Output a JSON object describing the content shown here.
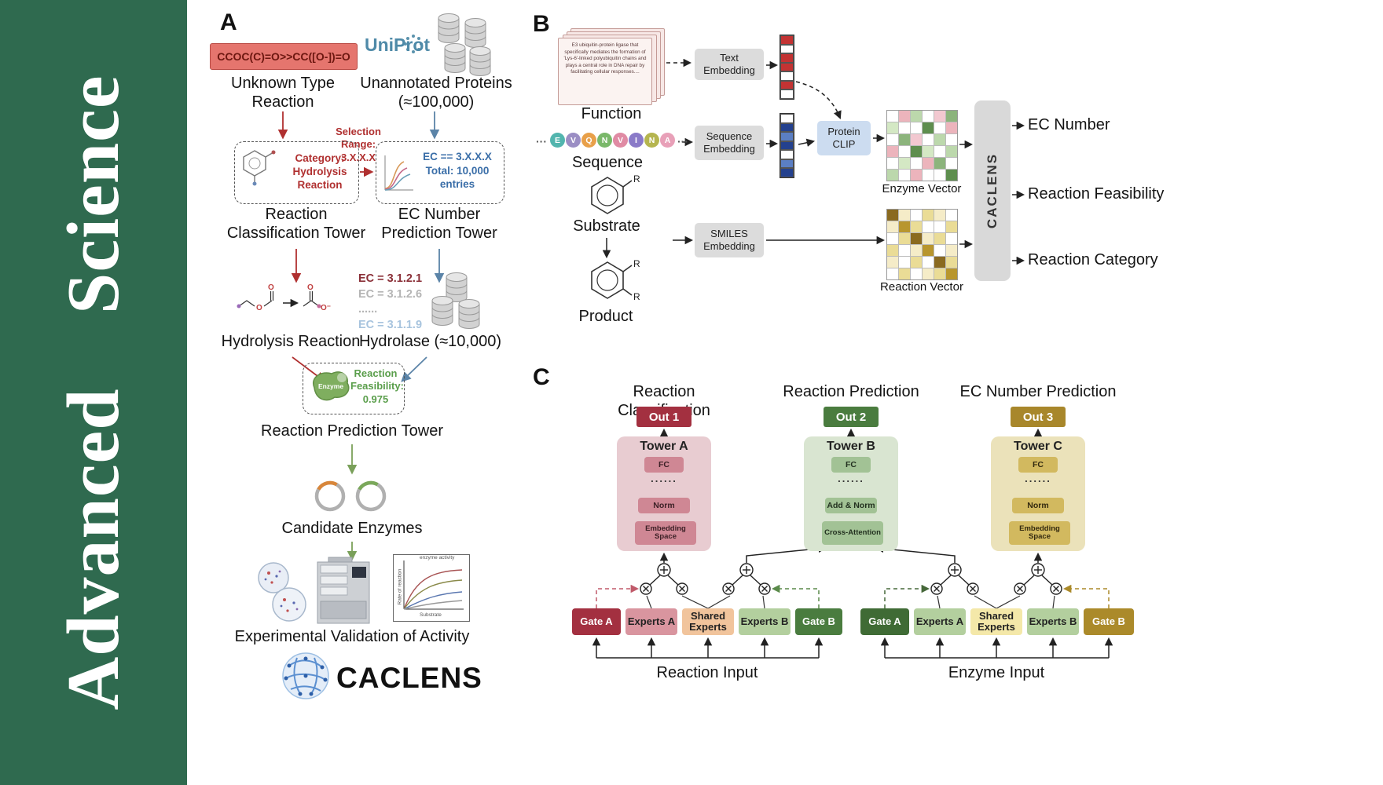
{
  "journal": {
    "name": "Advanced Science"
  },
  "colors": {
    "sidebar_green": "#2f6a4f",
    "red_accent": "#b03030",
    "blue_accent": "#5b84a8",
    "green_accent": "#7aa05a",
    "out1": "#a33040",
    "out2": "#4a7c3f",
    "out3": "#a8872b"
  },
  "panelA": {
    "label": "A",
    "smiles_box": "CCOC(C)=O>>CC([O-])=O",
    "unknown_reaction": "Unknown Type Reaction",
    "uniprot_logo": "UniProt",
    "unannotated_proteins": "Unannotated Proteins (≈100,000)",
    "selection_range": "Selection Range: 3.X.X.X",
    "category_box": "Category: Hydrolysis Reaction",
    "ec_filter_line1": "EC == 3.X.X.X",
    "ec_filter_line2": "Total: 10,000 entries",
    "classification_tower": "Reaction Classification Tower",
    "ec_prediction_tower": "EC Number Prediction Tower",
    "hydrolysis_reaction": "Hydrolysis Reaction",
    "ec_list": [
      "EC = 3.1.2.1",
      "EC = 3.1.2.6",
      "......",
      "EC = 3.1.1.9"
    ],
    "hydrolase": "Hydrolase (≈10,000)",
    "enzyme_blob": "Enzyme",
    "feasibility": "Reaction Feasibility: 0.975",
    "prediction_tower": "Reaction Prediction Tower",
    "candidate_enzymes": "Candidate Enzymes",
    "validation": "Experimental Validation of Activity",
    "graph_title": "enzyme activity",
    "graph_xlabel": "Substrate",
    "graph_ylabel": "Rate of reaction",
    "atom_o": "O",
    "atom_o_minus": "O⁻",
    "logo_text": "CACLENS"
  },
  "panelB": {
    "label": "B",
    "function_card_text": "E3 ubiquitin-protein ligase that specifically mediates the formation of 'Lys-6'-linked polyubiquitin chains and plays a central role in DNA repair by facilitating cellular responses....",
    "function": "Function",
    "sequence_dots_left": "···",
    "sequence_dots_right": "···",
    "sequence_letters": [
      "E",
      "V",
      "Q",
      "N",
      "V",
      "I",
      "N",
      "A"
    ],
    "sequence_colors": [
      "#52b5ae",
      "#9b8ec4",
      "#e8a04a",
      "#7ab86a",
      "#e08ba4",
      "#8a7ac8",
      "#b5b54f",
      "#e8a0b8"
    ],
    "sequence": "Sequence",
    "substrate": "Substrate",
    "product": "Product",
    "substituent_r": "R",
    "text_embedding": "Text Embedding",
    "sequence_embedding": "Sequence Embedding",
    "smiles_embedding": "SMILES Embedding",
    "protein_clip": "Protein CLIP",
    "enzyme_vector": "Enzyme Vector",
    "reaction_vector": "Reaction Vector",
    "caclens_bar": "CACLENS",
    "outputs": [
      "EC Number",
      "Reaction Feasibility",
      "Reaction Category"
    ],
    "text_vector_cells": [
      "#c33333",
      "#ffffff",
      "#c33333",
      "#c33333",
      "#ffffff",
      "#c33333",
      "#ffffff"
    ],
    "seq_vector_cells": [
      "#ffffff",
      "#24418e",
      "#5b7fc4",
      "#24418e",
      "#ffffff",
      "#5b7fc4",
      "#24418e"
    ],
    "enzyme_matrix": [
      [
        "#ffffff",
        "#ecb4bc",
        "#bcd8ac",
        "#ffffff",
        "#f2c8d0",
        "#8cb47c"
      ],
      [
        "#d4e8c4",
        "#ffffff",
        "#ffffff",
        "#5e8e4e",
        "#ffffff",
        "#ecb4bc"
      ],
      [
        "#ffffff",
        "#8cb47c",
        "#f2c8d0",
        "#ffffff",
        "#bcd8ac",
        "#ffffff"
      ],
      [
        "#ecb4bc",
        "#ffffff",
        "#5e8e4e",
        "#d4e8c4",
        "#ffffff",
        "#bcd8ac"
      ],
      [
        "#ffffff",
        "#d4e8c4",
        "#ffffff",
        "#ecb4bc",
        "#8cb47c",
        "#ffffff"
      ],
      [
        "#bcd8ac",
        "#ffffff",
        "#ecb4bc",
        "#ffffff",
        "#ffffff",
        "#5e8e4e"
      ]
    ],
    "reaction_matrix": [
      [
        "#8a6a20",
        "#f5ecc8",
        "#ffffff",
        "#eadc96",
        "#f5ecc8",
        "#ffffff"
      ],
      [
        "#f5ecc8",
        "#b8962e",
        "#eadc96",
        "#ffffff",
        "#ffffff",
        "#eadc96"
      ],
      [
        "#ffffff",
        "#eadc96",
        "#8a6a20",
        "#f5ecc8",
        "#eadc96",
        "#ffffff"
      ],
      [
        "#eadc96",
        "#ffffff",
        "#f5ecc8",
        "#b8962e",
        "#ffffff",
        "#f5ecc8"
      ],
      [
        "#f5ecc8",
        "#ffffff",
        "#eadc96",
        "#ffffff",
        "#8a6a20",
        "#eadc96"
      ],
      [
        "#ffffff",
        "#eadc96",
        "#ffffff",
        "#f5ecc8",
        "#eadc96",
        "#b8962e"
      ]
    ]
  },
  "panelC": {
    "label": "C",
    "columns": [
      {
        "title": "Reaction Classification",
        "out": "Out 1",
        "tower": "Tower A",
        "layers": [
          "FC",
          "......",
          "Norm",
          "Embedding Space"
        ]
      },
      {
        "title": "Reaction Prediction",
        "out": "Out 2",
        "tower": "Tower B",
        "layers": [
          "FC",
          "......",
          "Add & Norm",
          "Cross-Attention"
        ]
      },
      {
        "title": "EC Number Prediction",
        "out": "Out 3",
        "tower": "Tower C",
        "layers": [
          "FC",
          "......",
          "Norm",
          "Embedding Space"
        ]
      }
    ],
    "reaction_moe": [
      "Gate A",
      "Experts A",
      "Shared Experts",
      "Experts B",
      "Gate B"
    ],
    "enzyme_moe": [
      "Gate A",
      "Experts A",
      "Shared Experts",
      "Experts B",
      "Gate B"
    ],
    "reaction_input": "Reaction Input",
    "enzyme_input": "Enzyme Input"
  }
}
